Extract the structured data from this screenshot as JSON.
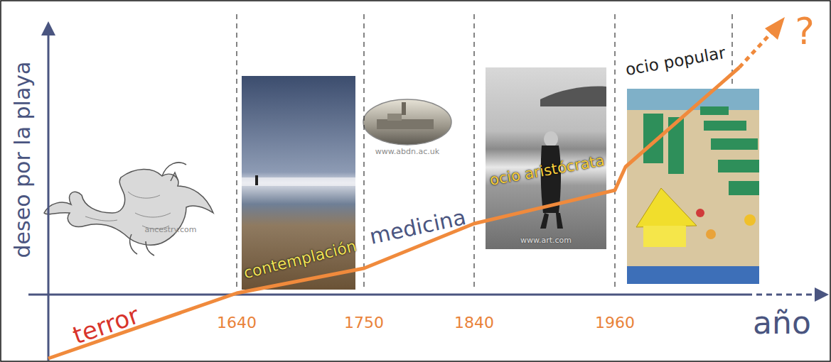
{
  "diagram": {
    "labels": [
      "deseo por la playa",
      "terror",
      "1640",
      "contemplación",
      "1750",
      "medicina",
      "1840",
      "ocio aristócrata",
      "1960",
      "ocio popular",
      "?",
      "año",
      "ancestry.com",
      "www.abdn.ac.uk",
      "www.art.com"
    ]
  }
}
